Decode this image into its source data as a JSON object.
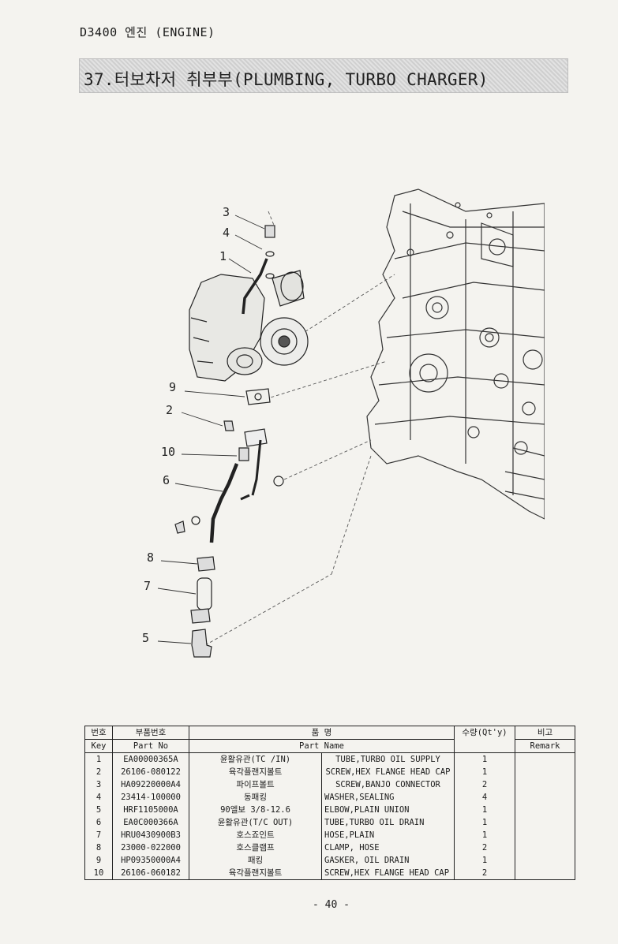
{
  "header": {
    "doc_title": "D3400 엔진 (ENGINE)"
  },
  "section": {
    "title": "37.터보차저 취부부(PLUMBING, TURBO CHARGER)"
  },
  "diagram": {
    "callouts": [
      "3",
      "4",
      "1",
      "9",
      "2",
      "10",
      "6",
      "8",
      "7",
      "5"
    ]
  },
  "table": {
    "headers_kr": {
      "key": "번호",
      "part_no": "부품번호",
      "part_name": "품 명",
      "qty": "수량(Qt'y)",
      "remark": "비고"
    },
    "headers_en": {
      "key": "Key",
      "part_no": "Part No",
      "part_name": "Part Name",
      "remark": "Remark"
    },
    "rows": [
      {
        "key": "1",
        "part_no": "EA00000365A",
        "name_kr": "윤활유관(TC /IN)",
        "name_en": "TUBE,TURBO OIL SUPPLY",
        "qty": "1"
      },
      {
        "key": "2",
        "part_no": "26106-080122",
        "name_kr": "육각플랜지볼트",
        "name_en": "SCREW,HEX FLANGE HEAD CAP",
        "qty": "1"
      },
      {
        "key": "3",
        "part_no": "HA09220000A4",
        "name_kr": "파이프볼트",
        "name_en": "SCREW,BANJO CONNECTOR",
        "qty": "2"
      },
      {
        "key": "4",
        "part_no": "23414-100000",
        "name_kr": "동패킹",
        "name_en": "WASHER,SEALING",
        "qty": "4"
      },
      {
        "key": "5",
        "part_no": "HRF1105000A",
        "name_kr": "90엘보 3/8-12.6",
        "name_en": "ELBOW,PLAIN UNION",
        "qty": "1"
      },
      {
        "key": "6",
        "part_no": "EA0C000366A",
        "name_kr": "윤활유관(T/C OUT)",
        "name_en": "TUBE,TURBO OIL DRAIN",
        "qty": "1"
      },
      {
        "key": "7",
        "part_no": "HRU0430900B3",
        "name_kr": "호스죠인트",
        "name_en": "HOSE,PLAIN",
        "qty": "1"
      },
      {
        "key": "8",
        "part_no": "23000-022000",
        "name_kr": "호스클램프",
        "name_en": "CLAMP, HOSE",
        "qty": "2"
      },
      {
        "key": "9",
        "part_no": "HP09350000A4",
        "name_kr": "패킹",
        "name_en": "GASKER, OIL DRAIN",
        "qty": "1"
      },
      {
        "key": "10",
        "part_no": "26106-060182",
        "name_kr": "육각플랜지볼트",
        "name_en": "SCREW,HEX FLANGE HEAD CAP",
        "qty": "2"
      }
    ]
  },
  "footer": {
    "page": "- 40 -"
  }
}
